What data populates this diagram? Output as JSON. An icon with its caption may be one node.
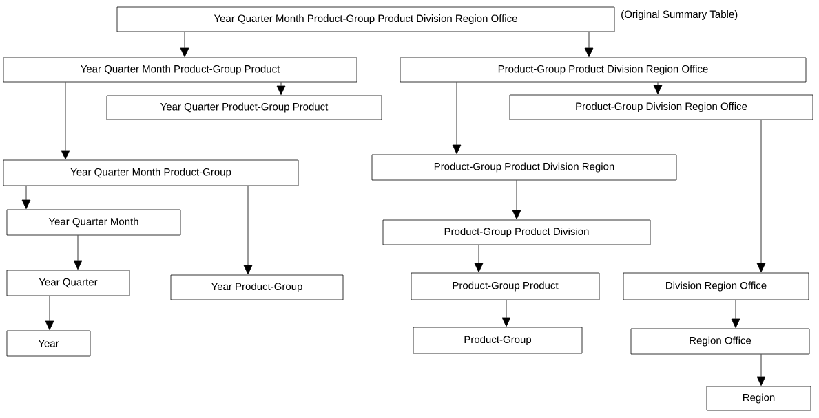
{
  "diagram": {
    "nodes": [
      {
        "text": [
          "Year Quarter Month Product-Group Product Division Region Office"
        ],
        "beside": [
          "(Original Summary Table)"
        ]
      },
      {
        "text": [
          "Year Quarter Month Product-Group Product"
        ]
      },
      {
        "text": [
          "Product-Group Product Division Region Office"
        ]
      },
      {
        "text": [
          "Year Quarter Product-Group Product"
        ]
      },
      {
        "text": [
          "Product-Group Division Region Office"
        ]
      },
      {
        "text": [
          "Year Quarter Month Product-Group"
        ]
      },
      {
        "text": [
          "Product-Group Product Division Region"
        ]
      },
      {
        "text": [
          "Year Quarter Month"
        ]
      },
      {
        "text": [
          "Product-Group Product Division"
        ]
      },
      {
        "text": [
          "Year Quarter"
        ]
      },
      {
        "text": [
          "Year Product-Group"
        ]
      },
      {
        "text": [
          "Product-Group Product"
        ]
      },
      {
        "text": [
          "Division Region Office"
        ]
      },
      {
        "text": [
          "Year"
        ]
      },
      {
        "text": [
          "Product-Group"
        ]
      },
      {
        "text": [
          "Region Office"
        ]
      },
      {
        "text": [
          "Region"
        ]
      }
    ],
    "edges": [
      {
        "from": 0,
        "to": 1,
        "arrow": "to"
      },
      {
        "from": 0,
        "to": 2,
        "arrow": "to"
      },
      {
        "from": 1,
        "to": 3,
        "arrow": "to"
      },
      {
        "from": 1,
        "to": 5,
        "arrow": "to"
      },
      {
        "from": 2,
        "to": 4,
        "arrow": "to"
      },
      {
        "from": 2,
        "to": 6,
        "arrow": "to"
      },
      {
        "from": 4,
        "to": 12,
        "arrow": "to"
      },
      {
        "from": 5,
        "to": 7,
        "arrow": "to"
      },
      {
        "from": 5,
        "to": 10,
        "arrow": "to"
      },
      {
        "from": 6,
        "to": 8,
        "arrow": "to"
      },
      {
        "from": 7,
        "to": 9,
        "arrow": "to"
      },
      {
        "from": 8,
        "to": 11,
        "arrow": "to"
      },
      {
        "from": 9,
        "to": 13,
        "arrow": "to"
      },
      {
        "from": 11,
        "to": 14,
        "arrow": "to"
      },
      {
        "from": 12,
        "to": 15,
        "arrow": "to"
      },
      {
        "from": 15,
        "to": 16,
        "arrow": "to"
      }
    ]
  }
}
